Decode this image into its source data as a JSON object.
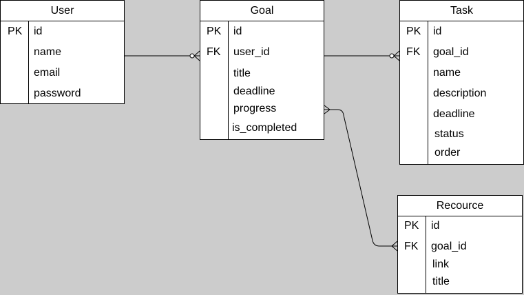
{
  "background_color": "#cccccc",
  "entities": {
    "user": {
      "title": "User",
      "rows": [
        {
          "key": "PK",
          "field": "id"
        },
        {
          "key": "",
          "field": "name"
        },
        {
          "key": "",
          "field": "email"
        },
        {
          "key": "",
          "field": "password"
        }
      ]
    },
    "goal": {
      "title": "Goal",
      "rows": [
        {
          "key": "PK",
          "field": "id"
        },
        {
          "key": "FK",
          "field": "user_id"
        },
        {
          "key": "",
          "field": "title"
        },
        {
          "key": "",
          "field": "deadline"
        },
        {
          "key": "",
          "field": "progress"
        },
        {
          "key": "",
          "field": "is_completed"
        }
      ]
    },
    "task": {
      "title": "Task",
      "rows": [
        {
          "key": "PK",
          "field": "id"
        },
        {
          "key": "FK",
          "field": "goal_id"
        },
        {
          "key": "",
          "field": "name"
        },
        {
          "key": "",
          "field": "description"
        },
        {
          "key": "",
          "field": "deadline"
        },
        {
          "key": "",
          "field": "status"
        },
        {
          "key": "",
          "field": "order"
        }
      ]
    },
    "resource": {
      "title": "Recource",
      "rows": [
        {
          "key": "PK",
          "field": "id"
        },
        {
          "key": "FK",
          "field": "goal_id"
        },
        {
          "key": "",
          "field": "link"
        },
        {
          "key": "",
          "field": "title"
        }
      ]
    }
  },
  "relationships": [
    {
      "from": "User",
      "to": "Goal",
      "from_cardinality": "one",
      "to_cardinality": "zero-or-many"
    },
    {
      "from": "Goal",
      "to": "Task",
      "from_cardinality": "one",
      "to_cardinality": "zero-or-many"
    },
    {
      "from": "Goal",
      "to": "Recource",
      "from_cardinality": "many",
      "to_cardinality": "many"
    }
  ]
}
